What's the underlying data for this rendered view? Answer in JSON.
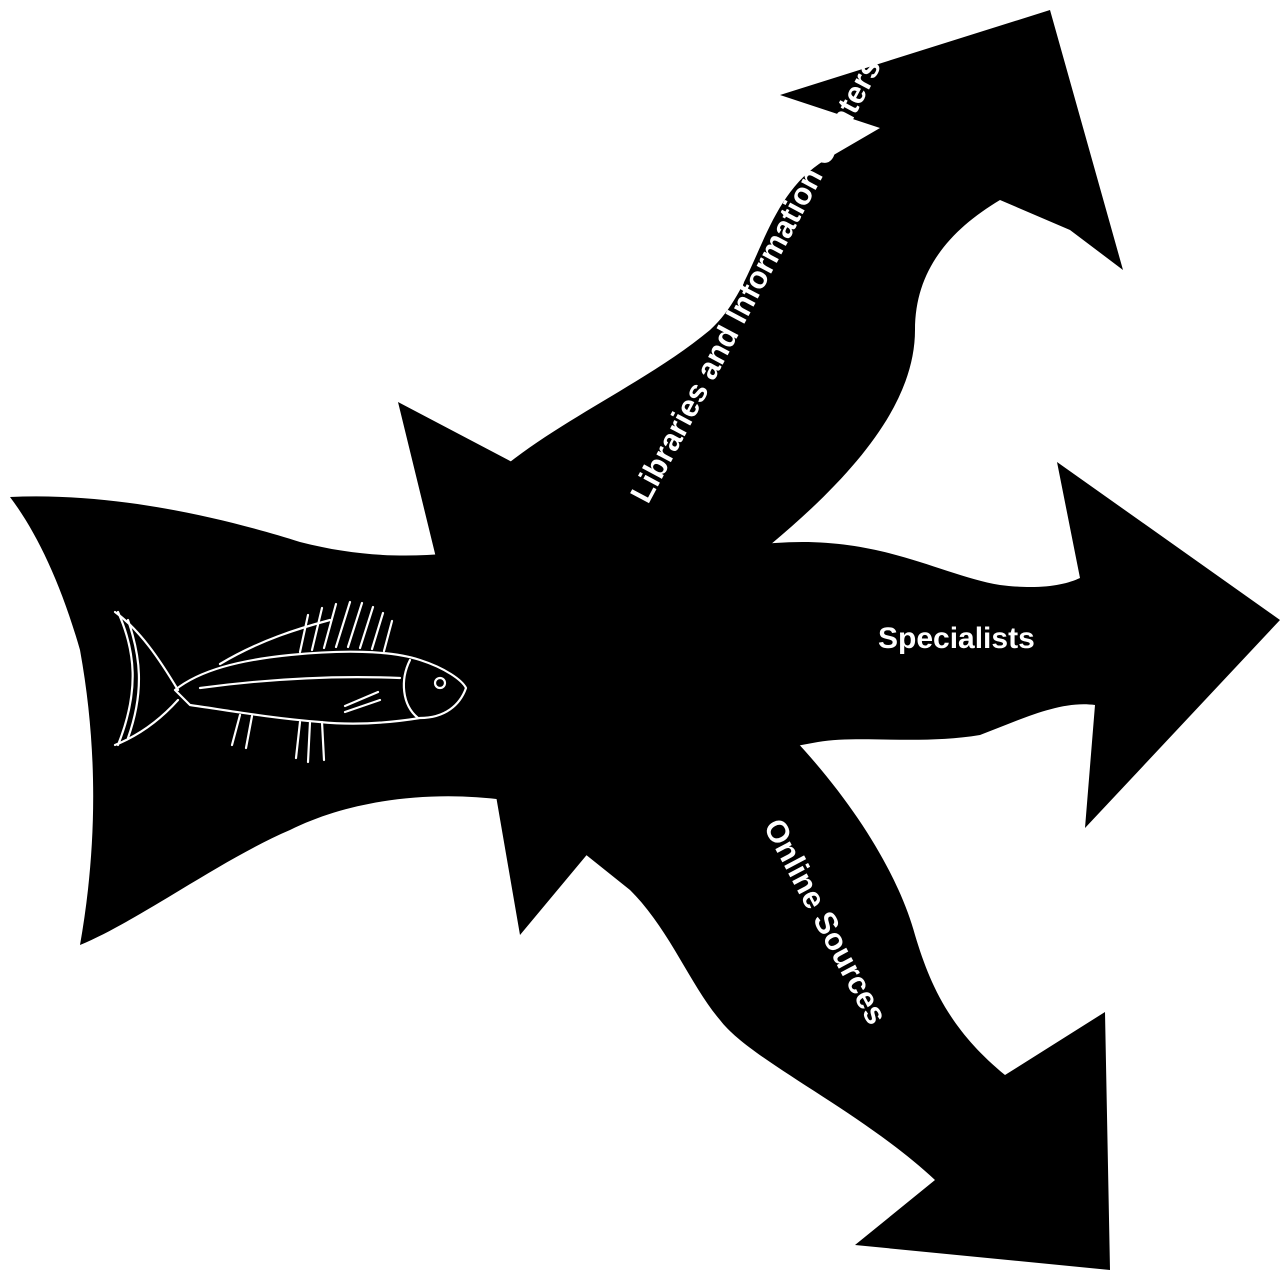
{
  "diagram": {
    "colors": {
      "background": "#ffffff",
      "shape": "#000000",
      "label": "#ffffff",
      "fish_line": "#ffffff"
    },
    "icons": {
      "fish": "fish-illustration"
    },
    "arrows": {
      "libraries": "Libraries and Information Centers",
      "specialists": "Specialists",
      "online": "Online Sources"
    }
  }
}
